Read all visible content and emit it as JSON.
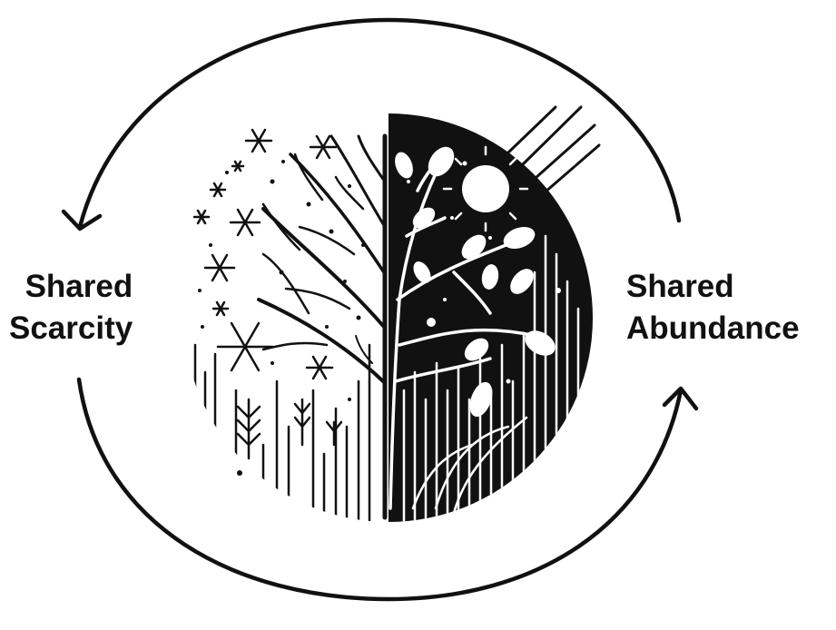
{
  "labels": {
    "left": {
      "line1": "Shared",
      "line2": "Scarcity"
    },
    "right": {
      "line1": "Shared",
      "line2": "Abundance"
    }
  },
  "colors": {
    "ink": "#111111",
    "paper": "#ffffff"
  },
  "icons": {
    "winter_side": [
      "snowflake-icon",
      "bare-tree-icon",
      "frozen-grass-icon"
    ],
    "summer_side": [
      "sun-icon",
      "leafy-branch-icon",
      "grass-icon"
    ],
    "cycle": [
      "arrow-left-icon",
      "arrow-right-icon"
    ]
  }
}
